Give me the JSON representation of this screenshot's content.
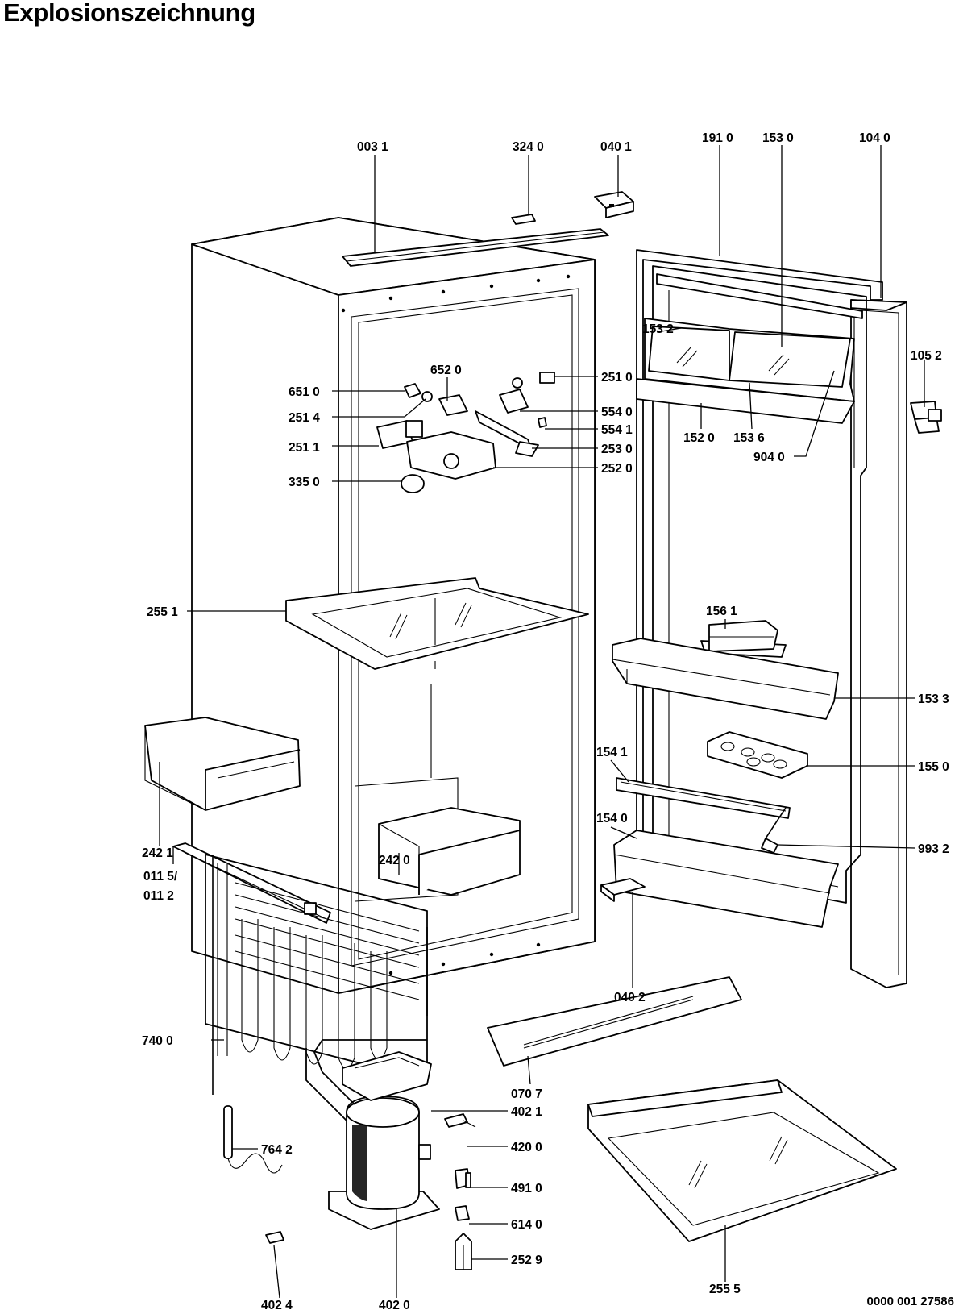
{
  "title": "Explosionszeichnung",
  "document_number": "0000 001 27586",
  "part_labels": [
    "003 1",
    "324 0",
    "040 1",
    "191 0",
    "153 0",
    "104 0",
    "153 2",
    "105 2",
    "651 0",
    "652 0",
    "251 0",
    "554 0",
    "251 4",
    "554 1",
    "251 1",
    "253 0",
    "252 0",
    "152 0",
    "153 6",
    "904 0",
    "335 0",
    "255 1",
    "156 1",
    "153 3",
    "154 1",
    "155 0",
    "242 1",
    "154 0",
    "993 2",
    "242 0",
    "011 5/",
    "011 2",
    "040 2",
    "740 0",
    "070 7",
    "402 1",
    "764 2",
    "420 0",
    "491 0",
    "614 0",
    "252 9",
    "255 5",
    "402 4",
    "402 0"
  ]
}
